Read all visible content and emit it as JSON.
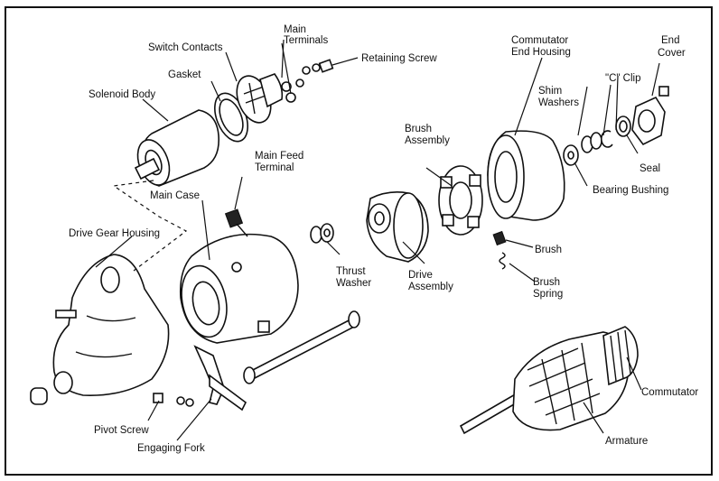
{
  "labels": {
    "switch_contacts": "Switch Contacts",
    "main_terminals_1": "Main",
    "main_terminals_2": "Terminals",
    "retaining_screw": "Retaining Screw",
    "gasket": "Gasket",
    "solenoid_body": "Solenoid Body",
    "main_feed_terminal_1": "Main Feed",
    "main_feed_terminal_2": "Terminal",
    "main_case": "Main Case",
    "drive_gear_housing": "Drive Gear Housing",
    "commutator_end_housing_1": "Commutator",
    "commutator_end_housing_2": "End Housing",
    "end_cover_1": "End",
    "end_cover_2": "Cover",
    "c_clip": "\"C\" Clip",
    "shim_washers_1": "Shim",
    "shim_washers_2": "Washers",
    "seal": "Seal",
    "bearing_bushing": "Bearing Bushing",
    "brush_assembly_1": "Brush",
    "brush_assembly_2": "Assembly",
    "brush": "Brush",
    "brush_spring_1": "Brush",
    "brush_spring_2": "Spring",
    "thrust_washer_1": "Thrust",
    "thrust_washer_2": "Washer",
    "drive_assembly_1": "Drive",
    "drive_assembly_2": "Assembly",
    "commutator": "Commutator",
    "armature": "Armature",
    "pivot_screw": "Pivot Screw",
    "engaging_fork": "Engaging Fork"
  }
}
